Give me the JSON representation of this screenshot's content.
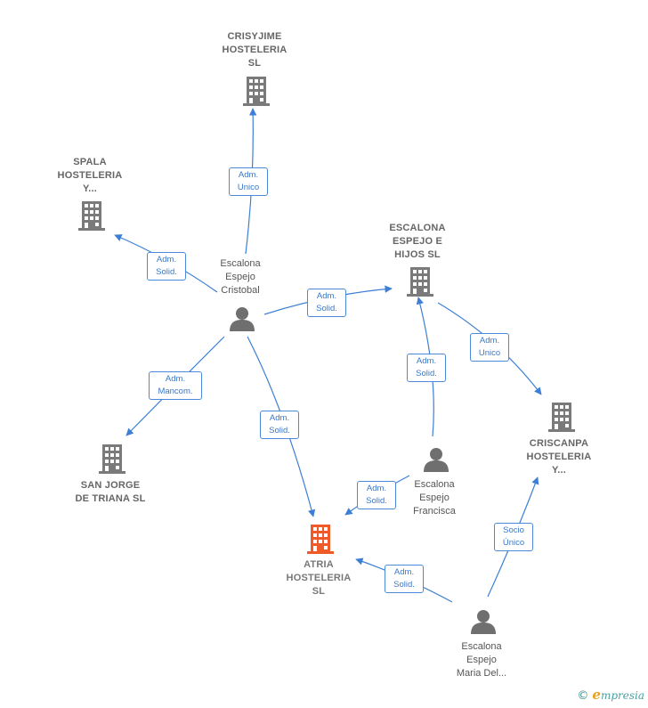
{
  "colors": {
    "edge": "#3d7fd6",
    "company": "#7a7a7a",
    "company_main": "#f05a28",
    "person": "#6f6f6f"
  },
  "nodes": {
    "crisyjime": [
      "CRISYJIME",
      "HOSTELERIA",
      "SL"
    ],
    "spala": [
      "SPALA",
      "HOSTELERIA",
      "Y..."
    ],
    "escalona_hijos": [
      "ESCALONA",
      "ESPEJO E",
      "HIJOS  SL"
    ],
    "criscanpa": [
      "CRISCANPA",
      "HOSTELERIA",
      "Y..."
    ],
    "san_jorge": [
      "SAN JORGE",
      "DE TRIANA  SL"
    ],
    "atria": [
      "ATRIA",
      "HOSTELERIA",
      "SL"
    ]
  },
  "persons": {
    "cristobal": [
      "Escalona",
      "Espejo",
      "Cristobal"
    ],
    "francisca": [
      "Escalona",
      "Espejo",
      "Francisca"
    ],
    "maria": [
      "Escalona",
      "Espejo",
      "Maria Del..."
    ]
  },
  "edges": {
    "e1": [
      "Adm.",
      "Unico"
    ],
    "e2": [
      "Adm.",
      "Solid."
    ],
    "e3": [
      "Adm.",
      "Solid."
    ],
    "e4": [
      "Adm.",
      "Mancom."
    ],
    "e5": [
      "Adm.",
      "Solid."
    ],
    "e6": [
      "Adm.",
      "Solid."
    ],
    "e7": [
      "Adm.",
      "Unico"
    ],
    "e8": [
      "Adm.",
      "Solid."
    ],
    "e9": [
      "Socio",
      "Único"
    ],
    "e10": [
      "Adm.",
      "Solid."
    ]
  },
  "footer": {
    "copyright": "©",
    "brand_initial": "e",
    "brand_rest": "mpresia"
  }
}
